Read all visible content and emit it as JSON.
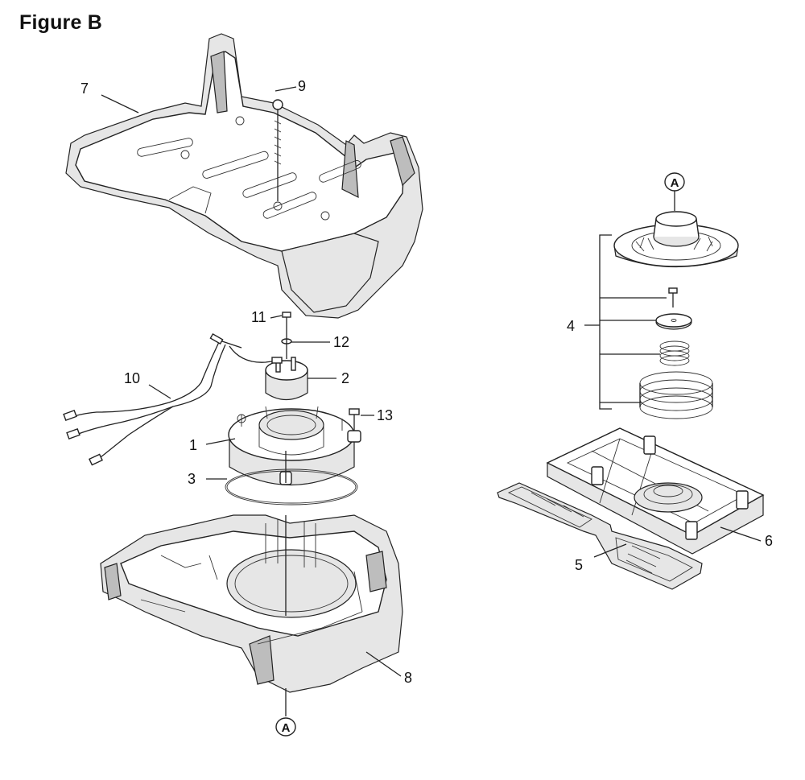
{
  "figure": {
    "title": "Figure B"
  },
  "callouts": {
    "c1": "1",
    "c2": "2",
    "c3": "3",
    "c4": "4",
    "c5": "5",
    "c6": "6",
    "c7": "7",
    "c8": "8",
    "c9": "9",
    "c10": "10",
    "c11": "11",
    "c12": "12",
    "c13": "13"
  },
  "reference_markers": {
    "top": "A",
    "bottom": "A"
  }
}
